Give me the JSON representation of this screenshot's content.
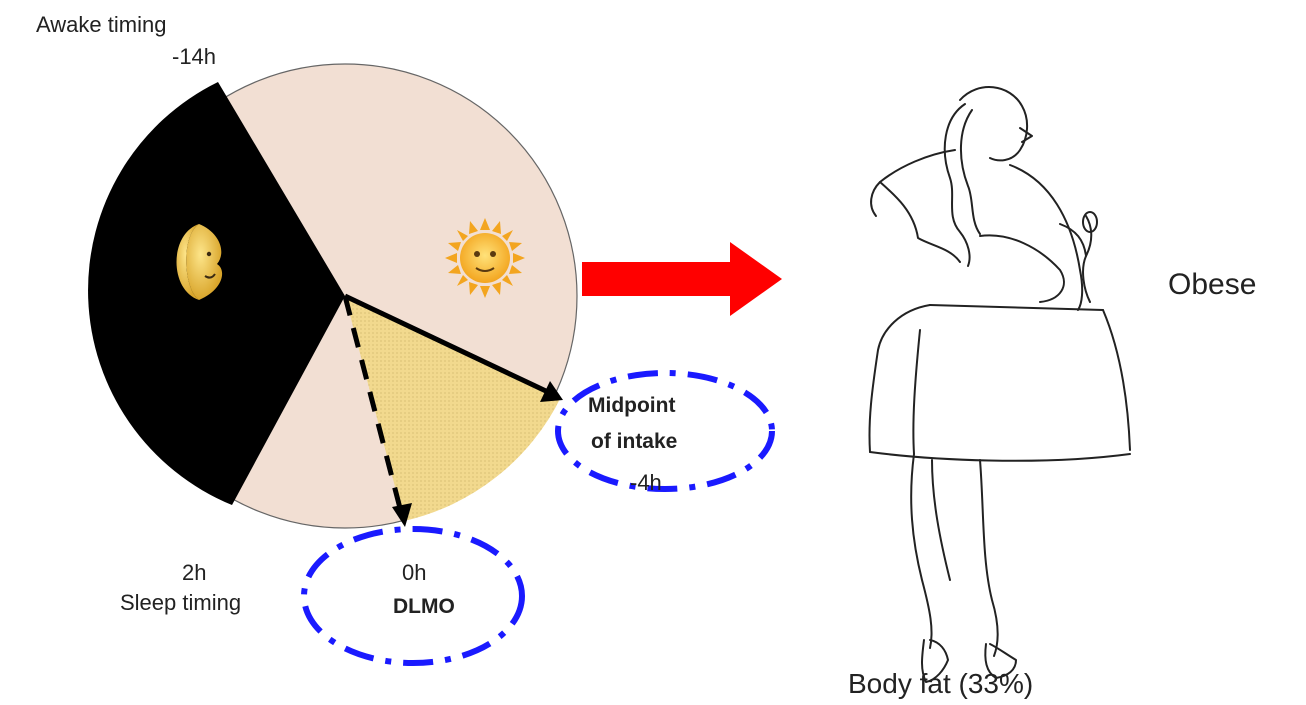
{
  "diagram": {
    "labels": {
      "awake_timing": "Awake timing",
      "awake_hours": "-14h",
      "sleep_hours": "2h",
      "sleep_timing": "Sleep timing",
      "dlmo_hours": "0h",
      "dlmo": "DLMO",
      "midpoint_line1": "Midpoint",
      "midpoint_line2": "of intake",
      "midpoint_hours": "-4h",
      "obese": "Obese",
      "body_fat": "Body fat (33%)"
    },
    "icons": [
      "moon-icon",
      "sun-icon",
      "arrow-icon",
      "figure-illustration"
    ],
    "colors": {
      "night": "#000000",
      "day": "#f2dfd3",
      "intake_window": "#f2d98e",
      "highlight_ellipse": "#1a1aff",
      "arrow": "#ff0000"
    }
  }
}
